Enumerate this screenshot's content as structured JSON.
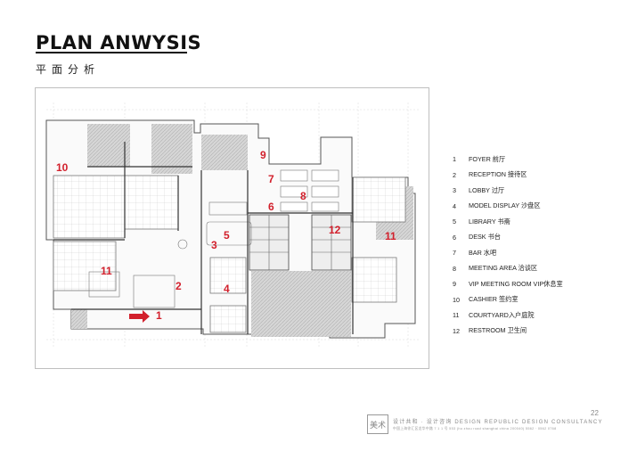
{
  "page": {
    "title": "PLAN ANWYSIS",
    "subtitle": "平面分析",
    "page_number": "22"
  },
  "plan": {
    "marks": [
      "1",
      "2",
      "3",
      "4",
      "5",
      "6",
      "7",
      "8",
      "9",
      "10",
      "11",
      "11",
      "12"
    ]
  },
  "legend": [
    {
      "num": "1",
      "label": "FOYER 前厅"
    },
    {
      "num": "2",
      "label": "RECEPTION 接待区"
    },
    {
      "num": "3",
      "label": "LOBBY 过厅"
    },
    {
      "num": "4",
      "label": "MODEL DISPLAY 沙盘区"
    },
    {
      "num": "5",
      "label": "LIBRARY  书斋"
    },
    {
      "num": "6",
      "label": "DESK 书台"
    },
    {
      "num": "7",
      "label": "BAR 水吧"
    },
    {
      "num": "8",
      "label": "MEETING AREA  洽谈区"
    },
    {
      "num": "9",
      "label": "VIP MEETING ROOM  VIP休息室"
    },
    {
      "num": "10",
      "label": "CASHIER  签约室"
    },
    {
      "num": "11",
      "label": "COURTYARD入户庭院"
    },
    {
      "num": "12",
      "label": "RESTROOM  卫生间"
    }
  ],
  "footer": {
    "logo_text": "美术",
    "line1": "设计共和 · 设计咨询  DESIGN REPUBLIC DESIGN CONSULTANCY",
    "line2": "中国上海徐汇区龙华中路 7 1 1 号  553 (hu zhou road shanghai china 200040)  5562 · 0562 0768"
  },
  "colors": {
    "accent_red": "#d2202c",
    "wall_gray": "#9a9a9a",
    "hatch_gray": "#cfcfcf"
  }
}
